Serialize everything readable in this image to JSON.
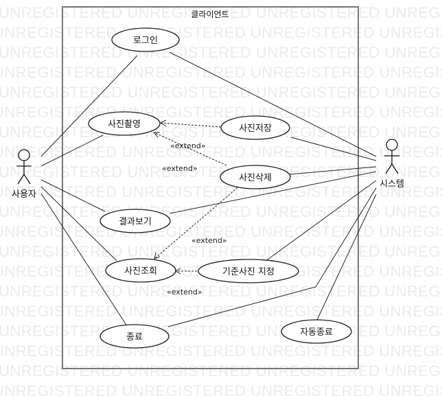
{
  "watermark": "UNREGISTERED",
  "system": {
    "title": "클라이언트"
  },
  "actors": {
    "user": "사용자",
    "system": "시스템"
  },
  "use_cases": {
    "login": "로그인",
    "take_photo": "사진촬영",
    "save_photo": "사진저장",
    "delete_photo": "사진삭제",
    "view_result": "결과보기",
    "view_photo": "사진조회",
    "set_reference": "기준사진 지정",
    "exit": "종료",
    "auto_exit": "자동종료"
  },
  "relations": {
    "extend": "«extend»"
  }
}
